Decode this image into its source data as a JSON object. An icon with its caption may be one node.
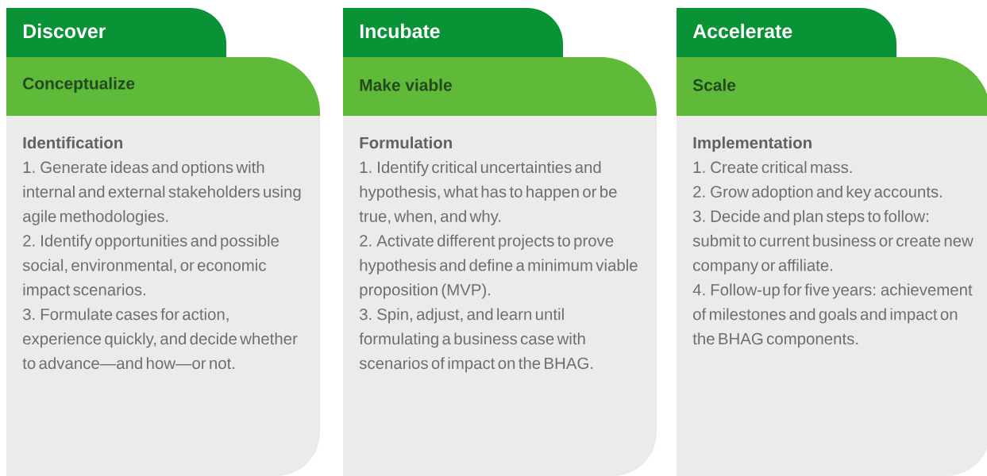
{
  "diagram": {
    "nodes": [
      {
        "text": [
          "Discover"
        ]
      },
      {
        "text": [
          "Conceptualize"
        ]
      },
      {
        "text": [
          "Identification",
          "1. Generate ideas and options with internal and external stakeholders using agile methodologies.",
          "2. Identify opportunities and possible social, environmental, or economic impact scenarios.",
          "3. Formulate cases for action, experience quickly, and decide whether to advance—and how—or not."
        ]
      },
      {
        "text": [
          "Incubate"
        ]
      },
      {
        "text": [
          "Make viable"
        ]
      },
      {
        "text": [
          "Formulation",
          "1. Identify critical uncertainties and hypothesis, what has to happen or be true, when, and why.",
          "2. Activate different projects to prove hypothesis and define a minimum viable proposition (MVP).",
          "3. Spin, adjust, and learn until formulating a business case with scenarios of impact on the BHAG."
        ]
      },
      {
        "text": [
          "Accelerate"
        ]
      },
      {
        "text": [
          "Scale"
        ]
      },
      {
        "text": [
          "Implementation",
          "1. Create critical mass.",
          "2. Grow adoption and key accounts.",
          "3. Decide and plan steps to follow: submit to current business or create new company or affiliate.",
          "4. Follow-up for five years: achievement of milestones and goals and impact on the BHAG components."
        ]
      }
    ]
  }
}
